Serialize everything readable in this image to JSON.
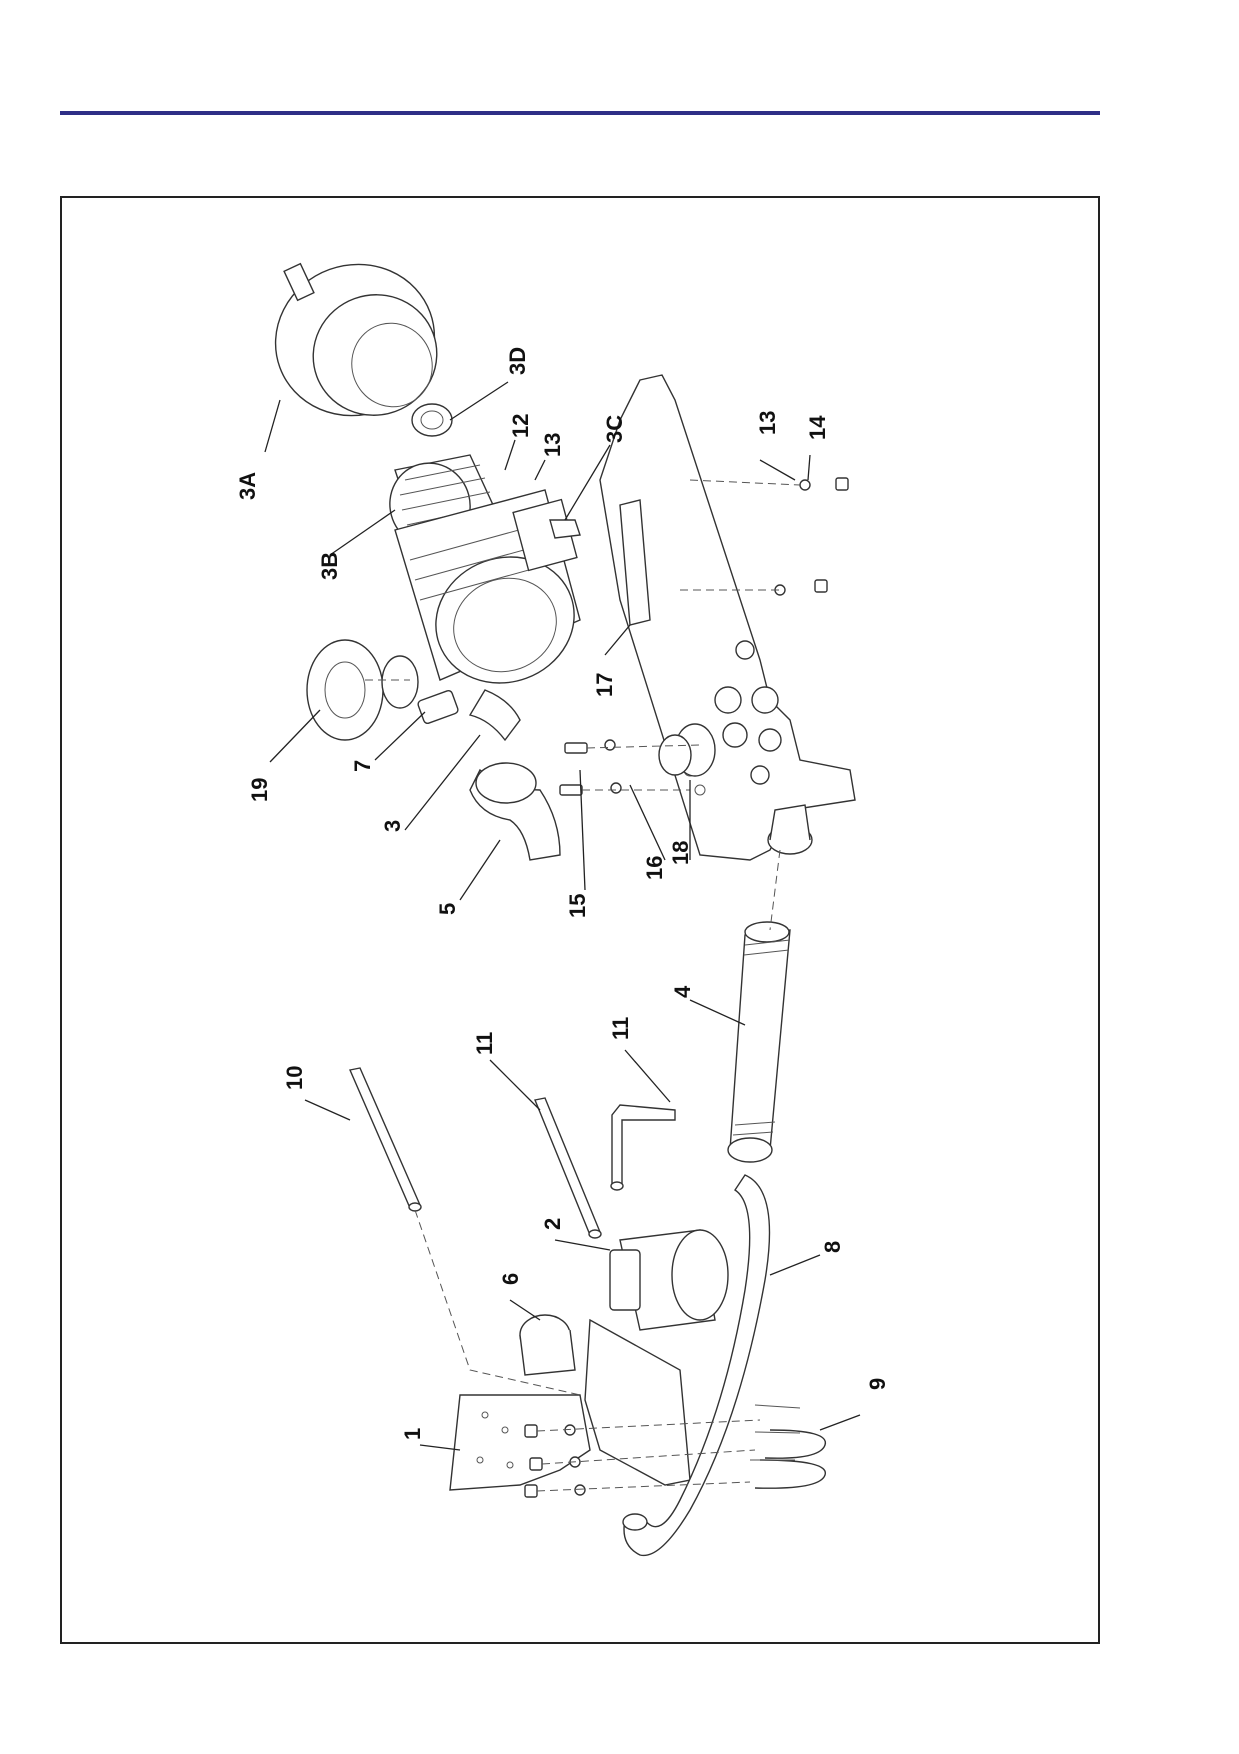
{
  "colors": {
    "rule": "#2e2e86",
    "frame": "#222222",
    "ink": "#111111"
  },
  "callouts": {
    "c1": "1",
    "c2": "2",
    "c3": "3",
    "c3A": "3A",
    "c3B": "3B",
    "c3C": "3C",
    "c3D": "3D",
    "c4": "4",
    "c5": "5",
    "c6": "6",
    "c7": "7",
    "c8": "8",
    "c9": "9",
    "c10": "10",
    "c11a": "11",
    "c11b": "11",
    "c12": "12",
    "c13a": "13",
    "c13b": "13",
    "c14": "14",
    "c15": "15",
    "c16": "16",
    "c17": "17",
    "c18": "18",
    "c19": "19"
  }
}
